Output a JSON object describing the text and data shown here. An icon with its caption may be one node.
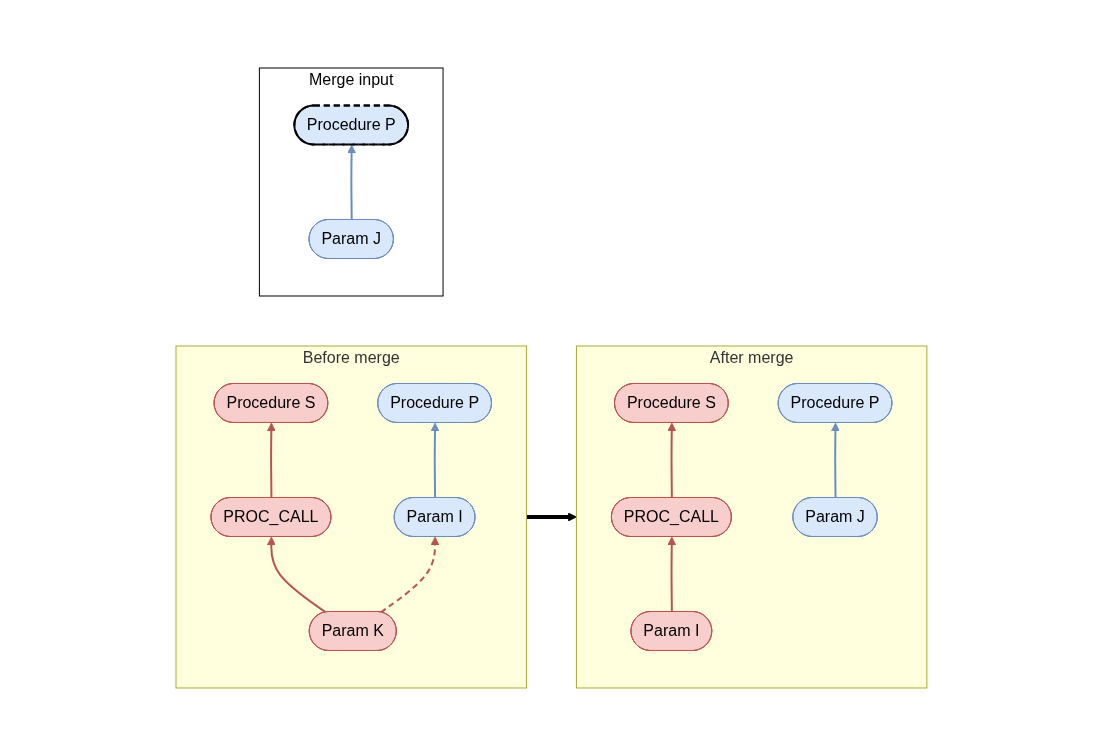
{
  "diagram": {
    "nodes": [
      {
        "text": [
          "Before merge"
        ]
      },
      {
        "text": [
          "Procedure S"
        ],
        "in": 0
      },
      {
        "text": [
          "Procedure P"
        ],
        "in": 0
      },
      {
        "text": [
          "PROC_CALL"
        ],
        "in": 0
      },
      {
        "text": [
          "Param I"
        ],
        "in": 0
      },
      {
        "text": [
          "Param K"
        ],
        "in": 0
      },
      {
        "text": [
          "After merge"
        ]
      },
      {
        "text": [
          "Procedure S"
        ],
        "in": 6
      },
      {
        "text": [
          "Procedure P"
        ],
        "in": 6
      },
      {
        "text": [
          "PROC_CALL"
        ],
        "in": 6
      },
      {
        "text": [
          "Param J"
        ],
        "in": 6
      },
      {
        "text": [
          "Param I"
        ],
        "in": 6
      },
      {
        "text": [
          "Merge input"
        ]
      },
      {
        "text": [
          "Procedure P"
        ],
        "in": 12
      },
      {
        "text": [
          "Param J"
        ],
        "in": 12
      }
    ],
    "edges": [
      {
        "from": 3,
        "to": 1,
        "arrow": "to",
        "color": "#b85450"
      },
      {
        "from": 4,
        "to": 2,
        "arrow": "to",
        "color": "#6c8ebf"
      },
      {
        "from": 5,
        "to": 3,
        "arrow": "to",
        "color": "#b85450"
      },
      {
        "from": 5,
        "to": 4,
        "arrow": "to",
        "style": "dashed",
        "color": "#b85450"
      },
      {
        "from": 0,
        "to": 6,
        "arrow": "to",
        "style": "thick",
        "color": "#000000"
      },
      {
        "from": 9,
        "to": 7,
        "arrow": "to",
        "color": "#b85450"
      },
      {
        "from": 10,
        "to": 8,
        "arrow": "to",
        "color": "#6c8ebf"
      },
      {
        "from": 11,
        "to": 9,
        "arrow": "to",
        "color": "#b85450"
      },
      {
        "from": 14,
        "to": 13,
        "arrow": "to",
        "color": "#6c8ebf"
      }
    ]
  }
}
